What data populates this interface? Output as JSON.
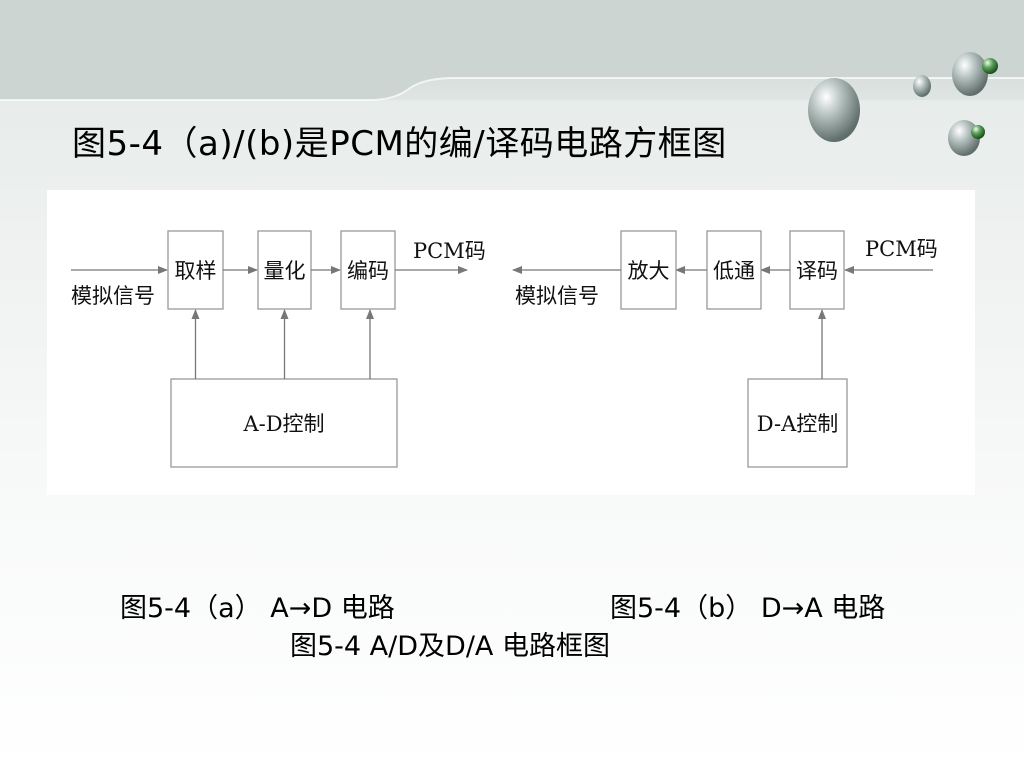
{
  "slide": {
    "title": "图5-4（a)/(b)是PCM的编/译码电路方框图"
  },
  "diagram_a": {
    "input_label": "模拟信号",
    "blocks": [
      "取样",
      "量化",
      "编码"
    ],
    "output_label": "PCM码",
    "control_label": "A-D控制"
  },
  "diagram_b": {
    "input_label": "PCM码",
    "blocks": [
      "译码",
      "低通",
      "放大"
    ],
    "output_label": "模拟信号",
    "control_label": "D-A控制"
  },
  "captions": {
    "a": "图5-4（a）  A→D 电路",
    "b": "图5-4（b）  D→A 电路",
    "main": "图5-4  A/D及D/A 电路框图"
  },
  "colors": {
    "box_stroke": "#999999",
    "line_stroke": "#777777"
  }
}
